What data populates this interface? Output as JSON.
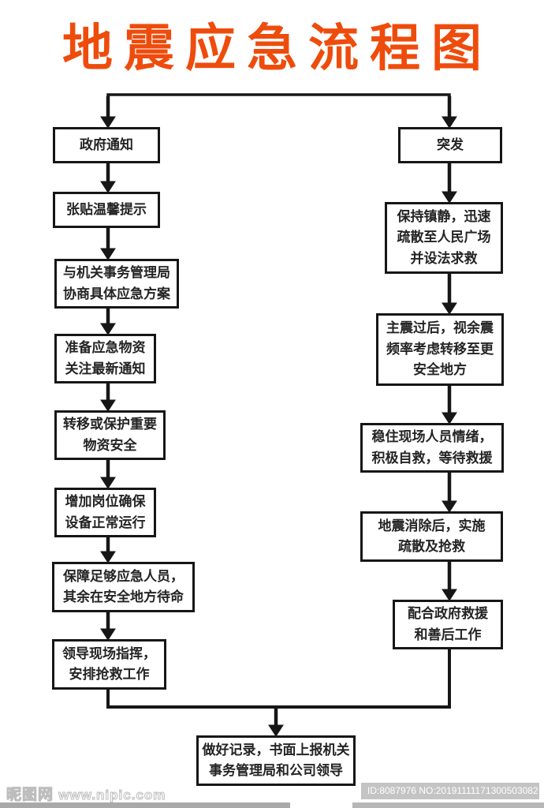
{
  "title": "地震应急流程图",
  "title_color": "#ee4c0c",
  "flow": {
    "left": [
      {
        "label": "政府通知"
      },
      {
        "label": "张贴温馨提示"
      },
      {
        "label": "与机关事务管理局\n协商具体应急方案"
      },
      {
        "label": "准备应急物资\n关注最新通知"
      },
      {
        "label": "转移或保护重要\n物资安全"
      },
      {
        "label": "增加岗位确保\n设备正常运行"
      },
      {
        "label": "保障足够应急人员，\n其余在安全地方待命"
      },
      {
        "label": "领导现场指挥，\n安排抢救工作"
      }
    ],
    "right": [
      {
        "label": "突发"
      },
      {
        "label": "保持镇静，迅速\n疏散至人民广场\n并设法求救"
      },
      {
        "label": "主震过后，视余震\n频率考虑转移至更\n安全地方"
      },
      {
        "label": "稳住现场人员情绪，\n积极自救，等待救援"
      },
      {
        "label": "地震消除后，实施\n疏散及抢救"
      },
      {
        "label": "配合政府救援\n和善后工作"
      }
    ],
    "final": {
      "label": "做好记录，书面上报机关\n事务管理局和公司领导"
    }
  },
  "watermark": {
    "site_name": "昵图网",
    "site_url": "www.nipic.com",
    "id_text": "ID:8087976 NO:20191111171300503082"
  }
}
